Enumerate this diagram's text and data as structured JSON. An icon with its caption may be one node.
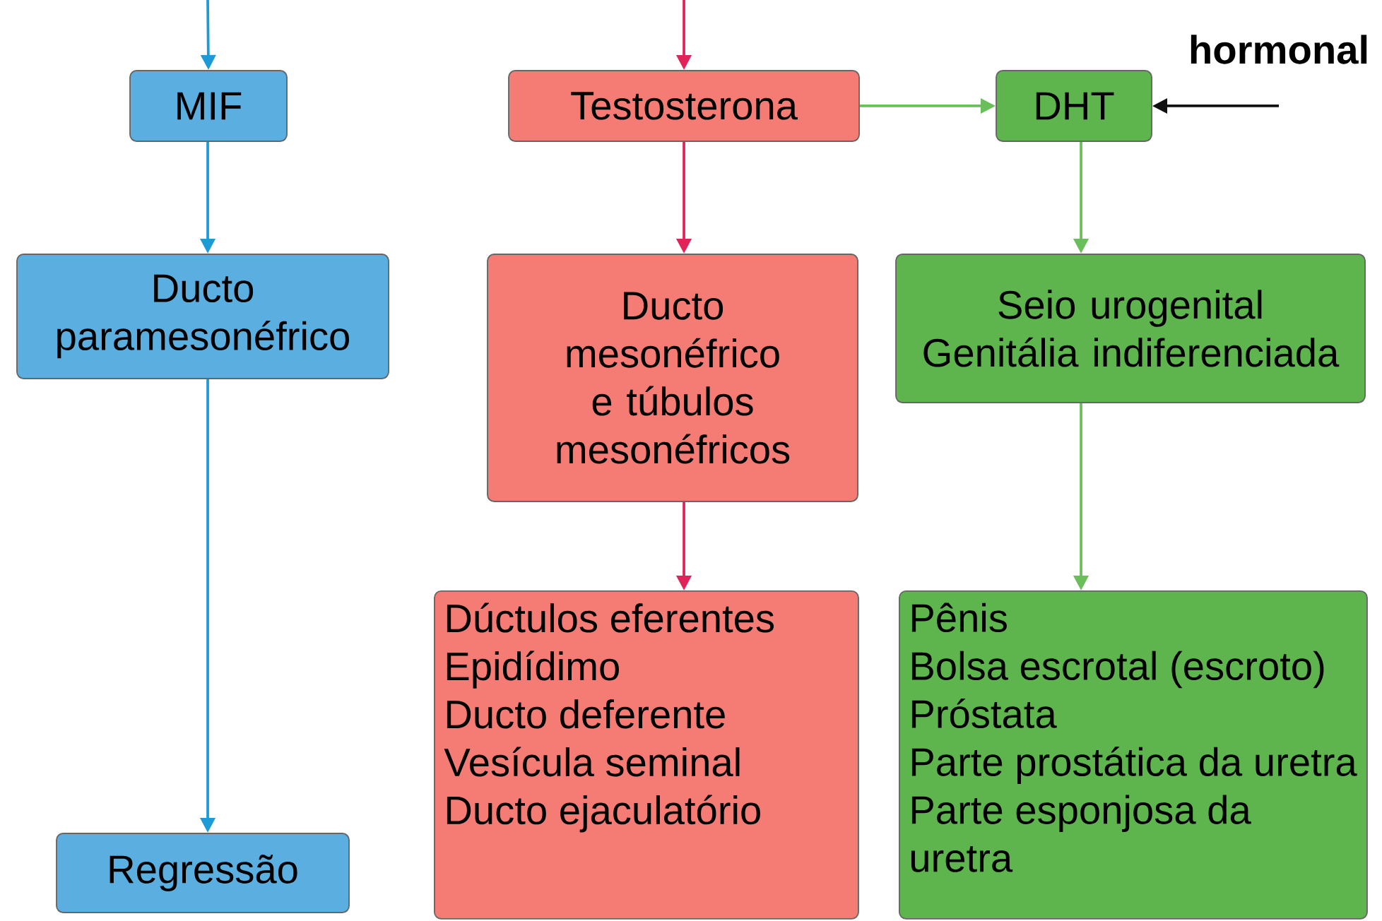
{
  "diagram": {
    "nodes": [
      {
        "text": [
          "MIF"
        ]
      },
      {
        "text": [
          "Testosterona"
        ]
      },
      {
        "text": [
          "DHT"
        ]
      },
      {
        "text": [
          "Ducto paramesonéfrico"
        ]
      },
      {
        "text": [
          "Ducto mesonéfrico e túbulos mesonéfricos"
        ]
      },
      {
        "text": [
          "Seio urogenital",
          "Genitália indiferenciada"
        ]
      },
      {
        "text": [
          "Regressão"
        ]
      },
      {
        "text": [
          "Dúctulos eferentes",
          "Epidídimo",
          "Ducto deferente",
          "Vesícula seminal",
          "Ducto ejaculatório"
        ]
      },
      {
        "text": [
          "Pênis",
          "Bolsa escrotal (escroto)",
          "Próstata",
          "Parte prostática da uretra",
          "Parte esponjosa da uretra"
        ]
      }
    ],
    "edges": [
      {
        "from": null,
        "to": 0,
        "arrow": "to",
        "color": "#1e9ad6"
      },
      {
        "from": null,
        "to": 1,
        "arrow": "to",
        "color": "#e0245a"
      },
      {
        "from": 1,
        "to": 2,
        "arrow": "to",
        "color": "#6abf5a"
      },
      {
        "from": null,
        "to": 2,
        "arrow": "to",
        "label": "hormonal",
        "color": "#111111"
      },
      {
        "from": 0,
        "to": 3,
        "arrow": "to",
        "color": "#1e9ad6"
      },
      {
        "from": 1,
        "to": 4,
        "arrow": "to",
        "color": "#e0245a"
      },
      {
        "from": 2,
        "to": 5,
        "arrow": "to",
        "color": "#6abf5a"
      },
      {
        "from": 3,
        "to": 6,
        "arrow": "to",
        "color": "#1e9ad6"
      },
      {
        "from": 4,
        "to": 7,
        "arrow": "to",
        "color": "#e0245a"
      },
      {
        "from": 5,
        "to": 8,
        "arrow": "to",
        "color": "#6abf5a"
      }
    ]
  }
}
